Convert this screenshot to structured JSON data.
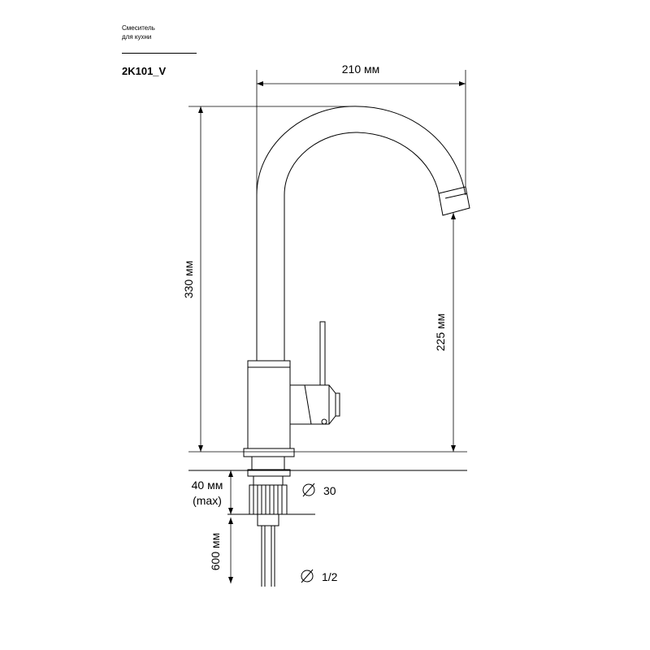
{
  "header": {
    "subtitle_line1": "Смеситель",
    "subtitle_line2": "для кухни",
    "model": "2K101_V"
  },
  "dimensions": {
    "reach": "210 мм",
    "total_height": "330 мм",
    "spout_height": "225 мм",
    "max_counter_thickness_value": "40 мм",
    "max_counter_thickness_note": "(max)",
    "hose_length": "600 мм",
    "mount_diameter": "30",
    "hose_connection": "1/2"
  }
}
